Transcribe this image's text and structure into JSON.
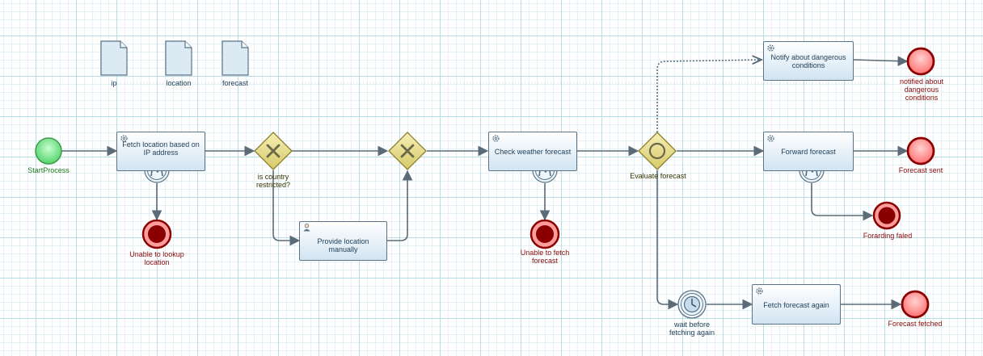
{
  "data_objects": {
    "ip": "ip",
    "location": "location",
    "forecast": "forecast"
  },
  "events": {
    "start": "StartProcess",
    "lookup_error": "Unable to lookup location",
    "fetch_error": "Unable to fetch forecast",
    "notified_end": "notified about dangerous conditions",
    "sent_end": "Forecast sent",
    "forward_error": "Forarding faled",
    "timer": "wait before fetching again",
    "fetched_end": "Forecast fetched"
  },
  "tasks": {
    "fetch_location": "Fetch location based on IP address",
    "provide_location": "Provide location manually",
    "check_forecast": "Check weather forecast",
    "notify": "Notify about dangerous conditions",
    "forward": "Forward forecast",
    "fetch_again": "Fetch forecast again"
  },
  "gateways": {
    "restricted": "is country restricted?",
    "evaluate": "Evaluate forecast"
  },
  "colors": {
    "start_fill": "#7fe88f",
    "end_fill": "#ff9090",
    "error_fill": "#8a0000",
    "gateway_fill": "#e6dc8a",
    "flow": "#5b6b78"
  }
}
